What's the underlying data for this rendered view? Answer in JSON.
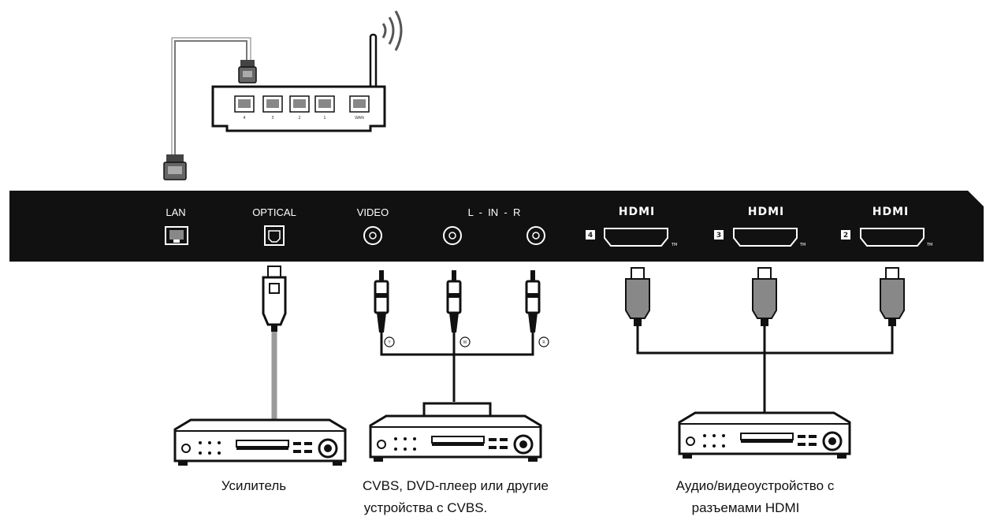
{
  "panel": {
    "lan_label": "LAN",
    "optical_label": "OPTICAL",
    "video_label": "VIDEO",
    "audio_in_label": "L  -  IN  -  R",
    "hdmi_logo": "HDMI",
    "tm_mark": "TM",
    "hdmi_ports": [
      {
        "number": "4"
      },
      {
        "number": "3"
      },
      {
        "number": "2"
      }
    ]
  },
  "router": {
    "port_labels": [
      "4",
      "3",
      "2",
      "1",
      "WAN"
    ]
  },
  "rca_markers": [
    "Y",
    "W",
    "R"
  ],
  "devices": [
    {
      "caption_lines": [
        "Усилитель"
      ]
    },
    {
      "caption_lines": [
        "CVBS, DVD-плеер или другие",
        "устройства с CVBS."
      ]
    },
    {
      "caption_lines": [
        "Аудио/видеоустройство с",
        "разъемами HDMI"
      ]
    }
  ],
  "colors": {
    "panel": "#111111",
    "optical_cable": "#9a9a9a",
    "cable": "#111111",
    "background": "#ffffff"
  }
}
